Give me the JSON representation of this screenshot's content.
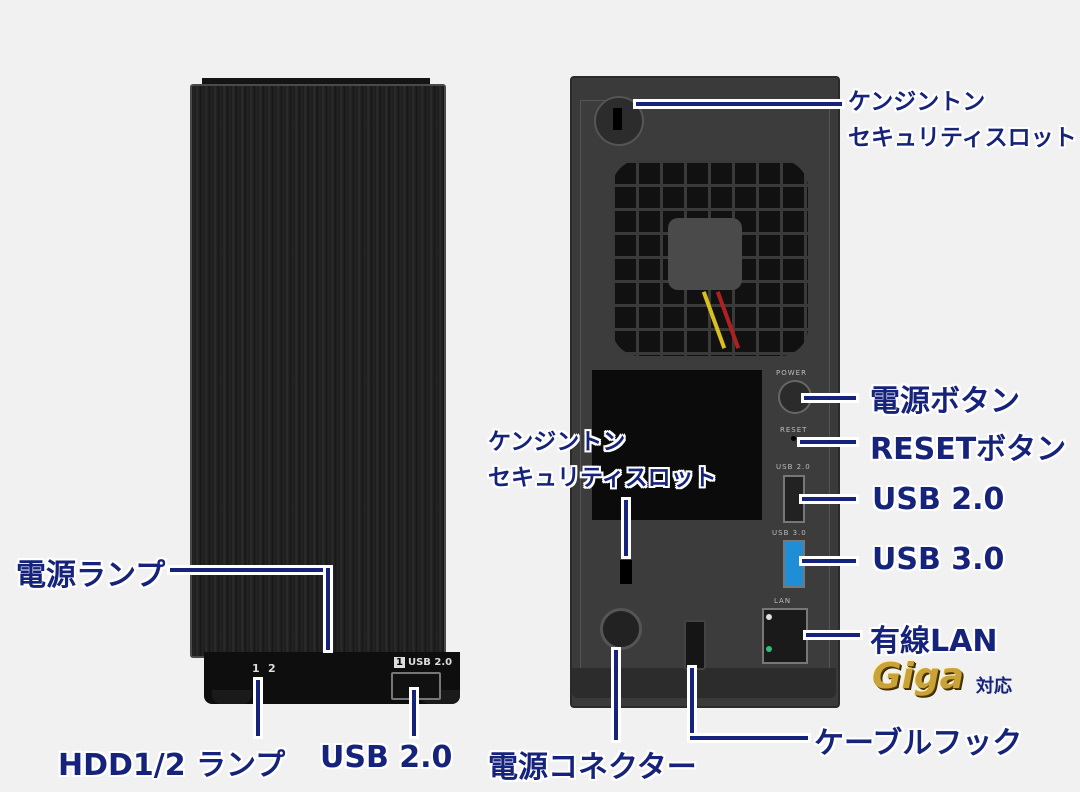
{
  "diagram": {
    "front_view": {
      "usb_port_label": "USB 2.0",
      "usb_port_badge": "1",
      "hdd_lamp_numbers": [
        "1",
        "2"
      ]
    },
    "rear_view": {
      "printed_labels": {
        "power": "POWER",
        "reset": "RESET",
        "usb2": "USB 2.0",
        "usb3": "USB 3.0",
        "lan": "LAN"
      }
    },
    "callouts": {
      "kensington_top_line1": "ケンジントン",
      "kensington_top_line2": "セキュリティスロット",
      "kensington_mid_line1": "ケンジントン",
      "kensington_mid_line2": "セキュリティスロット",
      "power_button": "電源ボタン",
      "reset_button": "RESETボタン",
      "usb20_rear": "USB 2.0",
      "usb30_rear": "USB 3.0",
      "wired_lan": "有線LAN",
      "giga_badge": "Giga",
      "giga_suffix": "対応",
      "cable_hook": "ケーブルフック",
      "power_connector": "電源コネクター",
      "power_lamp": "電源ランプ",
      "hdd_lamp": "HDD1/2 ランプ",
      "usb20_front": "USB 2.0"
    },
    "colors": {
      "label_text": "#16237a",
      "leader_line": "#16237a",
      "background": "#f1f1f1",
      "usb3_port": "#1e8fd6",
      "giga_gold": "#c9a23a"
    }
  }
}
